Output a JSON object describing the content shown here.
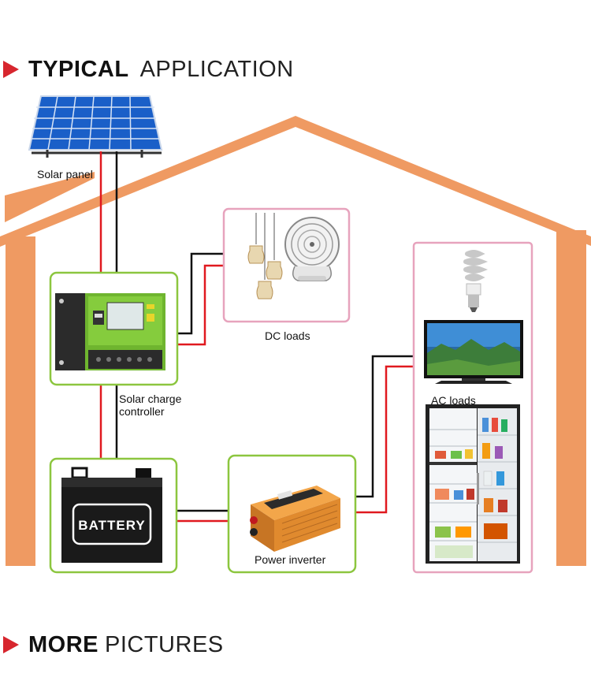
{
  "header": {
    "bold": "TYPICAL",
    "light": "APPLICATION"
  },
  "footer": {
    "bold": "MORE",
    "light": "PICTURES"
  },
  "labels": {
    "solar_panel": "Solar panel",
    "dc_loads": "DC loads",
    "controller_line1": "Solar charge",
    "controller_line2": "controller",
    "ac_loads": "AC loads",
    "battery": "BATTERY",
    "inverter": "Power inverter"
  },
  "colors": {
    "accent_red": "#d7262e",
    "house": "#ef9a62",
    "green_box": "#8cc63f",
    "pink_box": "#e7a3bd",
    "wire_red": "#e0191f",
    "wire_black": "#111111"
  }
}
